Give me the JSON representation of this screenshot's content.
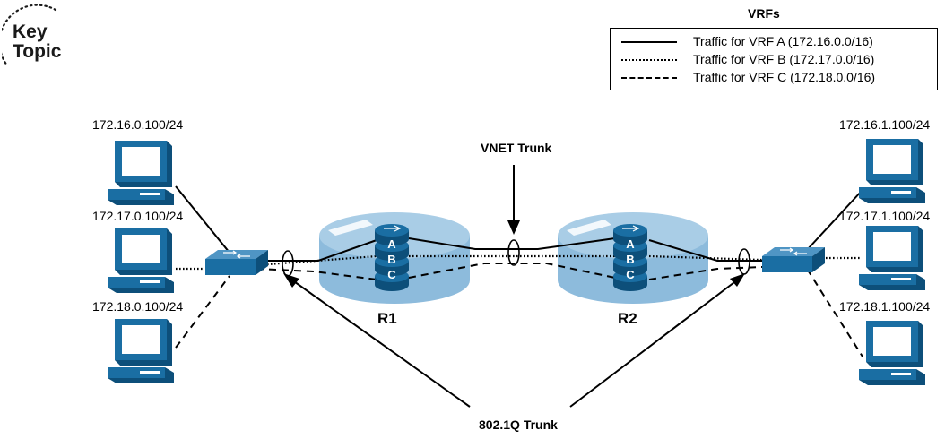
{
  "key_topic": {
    "label": "Key\nTopic"
  },
  "legend": {
    "title": "VRFs",
    "items": [
      {
        "text": "Traffic for VRF A (172.16.0.0/16)",
        "style": "solid"
      },
      {
        "text": "Traffic for VRF B (172.17.0.0/16)",
        "style": "dotted"
      },
      {
        "text": "Traffic for VRF C (172.18.0.0/16)",
        "style": "dashed"
      }
    ]
  },
  "hosts_left": [
    {
      "ip": "172.16.0.100/24"
    },
    {
      "ip": "172.17.0.100/24"
    },
    {
      "ip": "172.18.0.100/24"
    }
  ],
  "hosts_right": [
    {
      "ip": "172.16.1.100/24"
    },
    {
      "ip": "172.17.1.100/24"
    },
    {
      "ip": "172.18.1.100/24"
    }
  ],
  "routers": [
    {
      "name": "R1",
      "vrfs": [
        "A",
        "B",
        "C"
      ]
    },
    {
      "name": "R2",
      "vrfs": [
        "A",
        "B",
        "C"
      ]
    }
  ],
  "labels": {
    "vnet_trunk": "VNET Trunk",
    "dot1q_trunk": "802.1Q Trunk"
  },
  "colors": {
    "device_blue": "#1a6ea3",
    "device_dark": "#0d4f7a",
    "screen_face": "#ffffff",
    "router_cylinder": "#a9cde6",
    "router_cylinder_dark": "#8dbbdc",
    "line": "#000000"
  }
}
